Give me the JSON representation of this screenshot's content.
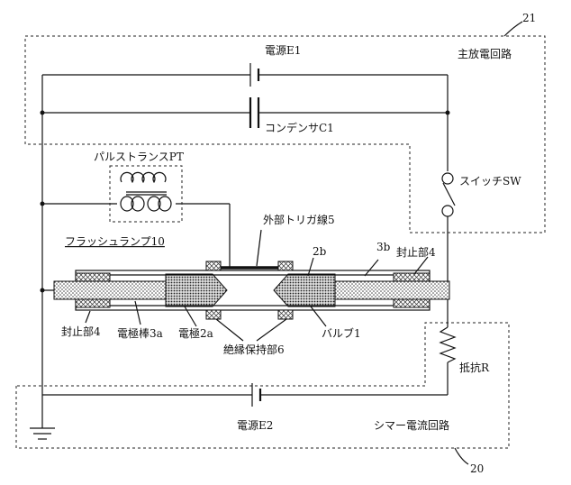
{
  "labels": {
    "main_circuit": "主放電回路",
    "ref_21": "21",
    "power_e1": "電源E1",
    "capacitor_c1": "コンデンサC1",
    "pulse_transformer": "パルストランスPT",
    "switch_sw": "スイッチSW",
    "external_trigger": "外部トリガ線5",
    "flash_lamp": "フラッシュランプ10",
    "ref_2b": "2b",
    "ref_3b": "3b",
    "seal_right": "封止部4",
    "seal_left": "封止部4",
    "electrode_rod_3a": "電極棒3a",
    "electrode_2a": "電極2a",
    "bulb_1": "バルブ1",
    "insulation_holder_6": "絶縁保持部6",
    "resistor_r": "抵抗R",
    "power_e2": "電源E2",
    "simmer_circuit": "シマー電流回路",
    "ref_20": "20"
  }
}
